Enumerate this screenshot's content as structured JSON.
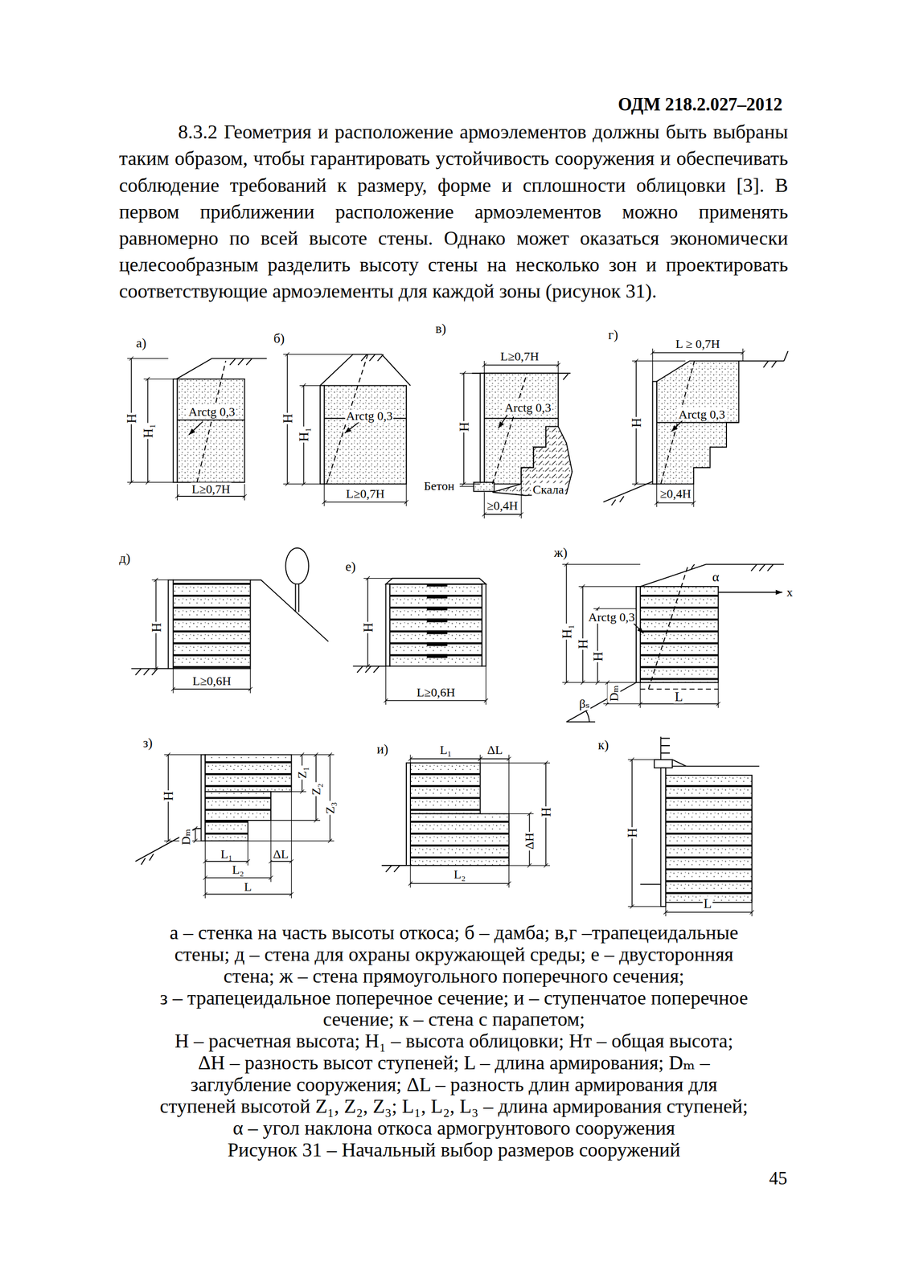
{
  "diagram": {
    "caption": "Рисунок 31 – Начальный выбор размеров сооружений",
    "labels": [
      "ОДМ 218.2.027–2012",
      "8.3.2 Геометрия и расположение армоэлементов должны быть выбраны таким образом, чтобы гарантировать устойчивость сооружения и обеспечивать соблюдение требований к размеру, форме и сплошности облицовки [3]. В первом приближении расположение армоэлементов можно применять равномерно по всей высоте стены. Однако может оказаться экономически целесообразным разделить высоту стены на несколько зон и проектировать соответствующие армоэлементы для каждой зоны (рисунок 31).",
      "а)",
      "H",
      "H₁",
      "Arctg 0,3",
      "L≥0,7H",
      "б)",
      "H",
      "H₁",
      "Arctg 0,3",
      "L≥0,7H",
      "в)",
      "L≥0,7H",
      "H",
      "Arctg 0,3",
      "Бетон",
      "Скала",
      "≥0,4H",
      "г)",
      "L ≥ 0,7H",
      "H",
      "Arctg 0,3",
      "≥0,4H",
      "д)",
      "H",
      "L≥0,6H",
      "е)",
      "H",
      "L≥0,6H",
      "ж)",
      "α",
      "x",
      "Arctg 0,3",
      "H₁",
      "H",
      "H",
      "Dₘ",
      "L",
      "βₛ",
      "з)",
      "H",
      "Z₁",
      "Z₂",
      "Z₃",
      "Dₘ",
      "L₁",
      "ΔL",
      "L₂",
      "L",
      "и)",
      "L₁",
      "ΔL",
      "H",
      "ΔH",
      "L₂",
      "к)",
      "H",
      "L",
      "а – стенка на часть высоты откоса; б – дамба; в,г –трапецеидальные",
      "стены; д – стена для охраны окружающей среды; е – двусторонняя",
      "стена; ж – стена прямоугольного поперечного сечения;",
      "з – трапецеидальное поперечное сечение; и – ступенчатое поперечное",
      "сечение; к – стена с парапетом;",
      "H – расчетная высота; H₁ – высота облицовки; Hт – общая высота;",
      "ΔH – разность высот ступеней; L – длина армирования; Dₘ –",
      "заглубление сооружения; ΔL – разность длин армирования для",
      "ступеней высотой Z₁, Z₂, Z₃; L₁, L₂, L₃ – длина армирования ступеней;",
      "α – угол наклона откоса армогрунтового сооружения",
      "45"
    ]
  }
}
